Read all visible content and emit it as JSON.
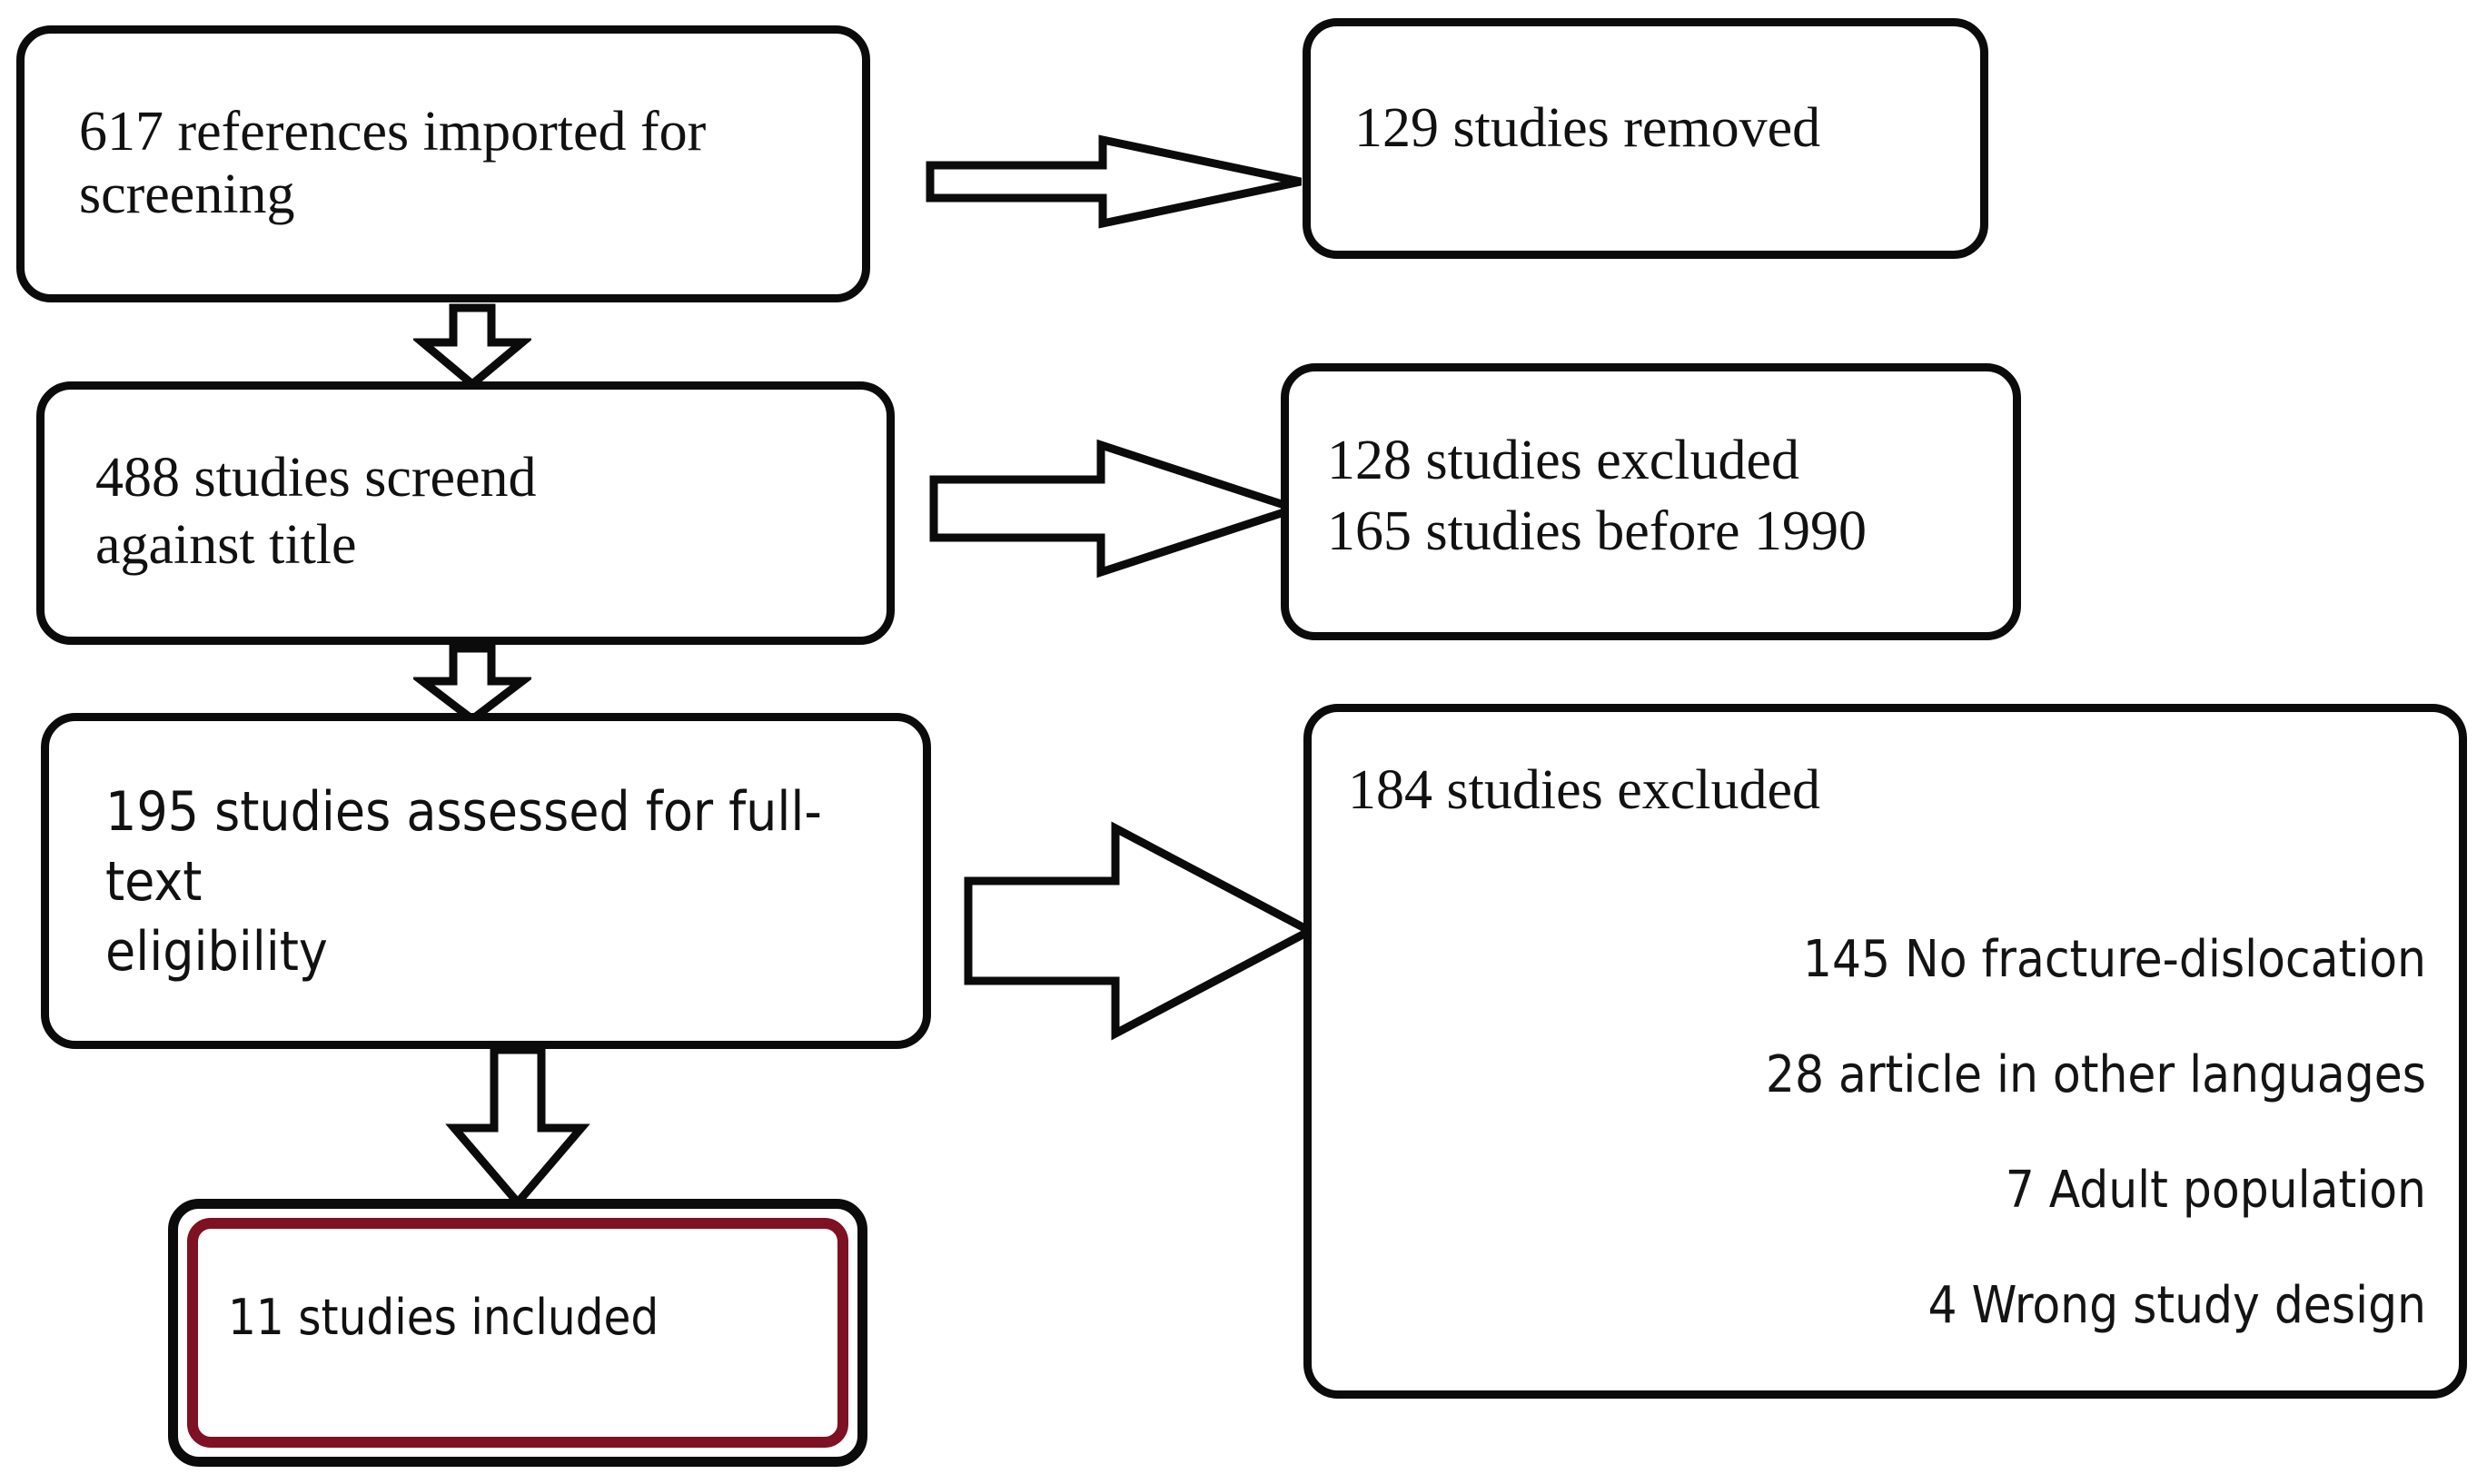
{
  "diagram": {
    "title": "PRISMA study selection flow diagram",
    "accent_color": "#7e1122",
    "line_color": "#0b0b0b",
    "background": "#ffffff"
  },
  "boxes": {
    "imported": {
      "text": "617 references imported for\nscreening",
      "count": 617
    },
    "removed": {
      "text": "129 studies removed",
      "count": 129
    },
    "screened": {
      "text": "488 studies screend\nagainst title",
      "count": 488
    },
    "excluded_title": {
      "text": "128 studies excluded\n165 studies before 1990",
      "counts": [
        128,
        165
      ]
    },
    "fulltext": {
      "text": "195 studies assessed for full-text\neligibility",
      "count": 195
    },
    "excluded_fulltext": {
      "heading": "184 studies excluded",
      "count": 184,
      "reasons": [
        "145  No fracture-dislocation",
        "28  article in other languages",
        "7  Adult population",
        "4  Wrong study design"
      ]
    },
    "included": {
      "text": "11 studies included",
      "count": 11
    }
  },
  "arrows": [
    {
      "name": "imported-to-removed",
      "direction": "right"
    },
    {
      "name": "screened-to-excluded-title",
      "direction": "right"
    },
    {
      "name": "fulltext-to-excluded-full",
      "direction": "right"
    },
    {
      "name": "imported-to-screened",
      "direction": "down"
    },
    {
      "name": "screened-to-fulltext",
      "direction": "down"
    },
    {
      "name": "fulltext-to-included",
      "direction": "down"
    }
  ]
}
